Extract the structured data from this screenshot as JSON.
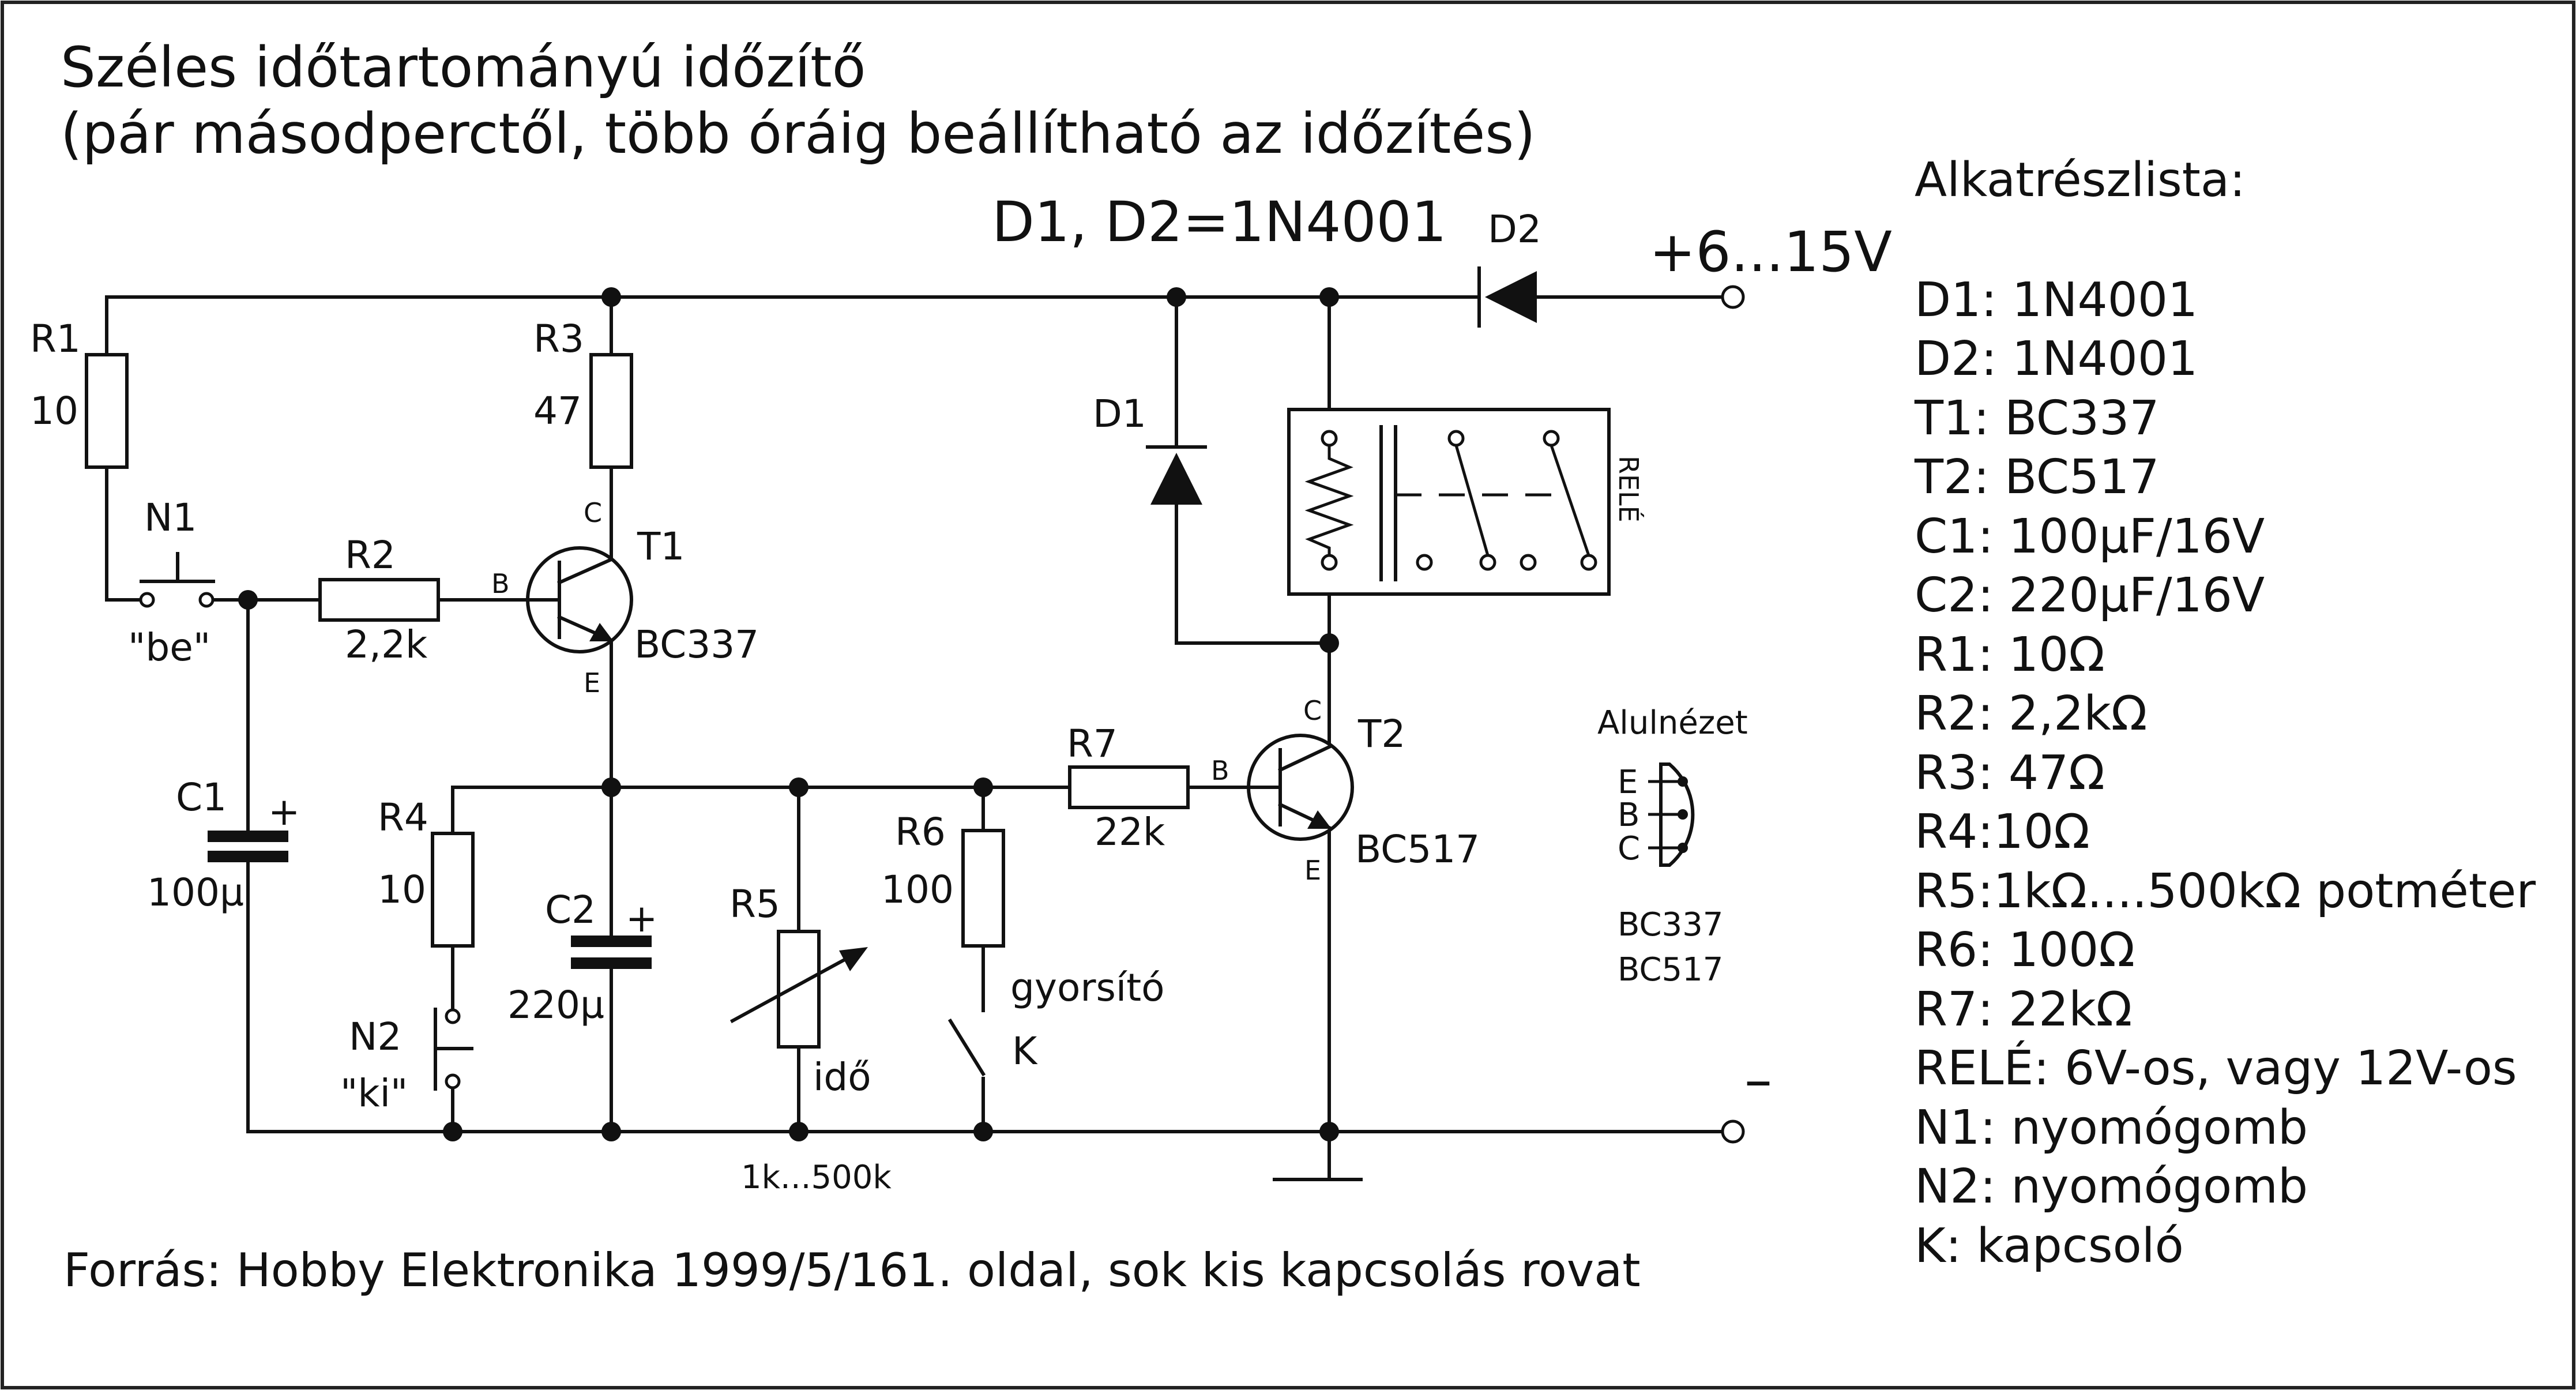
{
  "title": {
    "line1": "Széles időtartományú időzítő",
    "line2": "(pár másodperctől, több óráig beállítható az időzítés)"
  },
  "diode_note": "D1, D2=1N4001",
  "supply": {
    "positive": "+6...15V",
    "negative": "–"
  },
  "components": {
    "r1": {
      "ref": "R1",
      "value": "10"
    },
    "r2": {
      "ref": "R2",
      "value": "2,2k"
    },
    "r3": {
      "ref": "R3",
      "value": "47"
    },
    "r4": {
      "ref": "R4",
      "value": "10"
    },
    "r5": {
      "ref": "R5",
      "value": "1k...500k",
      "name": "idő"
    },
    "r6": {
      "ref": "R6",
      "value": "100"
    },
    "r7": {
      "ref": "R7",
      "value": "22k"
    },
    "c1": {
      "ref": "C1",
      "value": "100µ",
      "plus": "+"
    },
    "c2": {
      "ref": "C2",
      "value": "220µ",
      "plus": "+"
    },
    "d1": {
      "ref": "D1"
    },
    "d2": {
      "ref": "D2"
    },
    "t1": {
      "ref": "T1",
      "type": "BC337",
      "pin_b": "B",
      "pin_c": "C",
      "pin_e": "E"
    },
    "t2": {
      "ref": "T2",
      "type": "BC517",
      "pin_b": "B",
      "pin_c": "C",
      "pin_e": "E"
    },
    "n1": {
      "ref": "N1",
      "name": "\"be\""
    },
    "n2": {
      "ref": "N2",
      "name": "\"ki\""
    },
    "k": {
      "ref": "K",
      "name": "gyorsító"
    },
    "relay": {
      "ref": "RELÉ"
    }
  },
  "pinout": {
    "title": "Alulnézet",
    "pins": [
      "E",
      "B",
      "C"
    ],
    "types": [
      "BC337",
      "BC517"
    ]
  },
  "parts_list": {
    "title": "Alkatrészlista:",
    "items": [
      "D1: 1N4001",
      "D2: 1N4001",
      "T1: BC337",
      "T2: BC517",
      "C1: 100µF/16V",
      "C2: 220µF/16V",
      "R1: 10Ω",
      "R2: 2,2kΩ",
      "R3: 47Ω",
      "R4:10Ω",
      "R5:1kΩ....500kΩ potméter",
      "R6: 100Ω",
      "R7: 22kΩ",
      "RELÉ: 6V-os, vagy 12V-os",
      "N1: nyomógomb",
      "N2: nyomógomb",
      "K: kapcsoló"
    ]
  },
  "source": "Forrás: Hobby Elektronika 1999/5/161. oldal, sok kis kapcsolás rovat"
}
